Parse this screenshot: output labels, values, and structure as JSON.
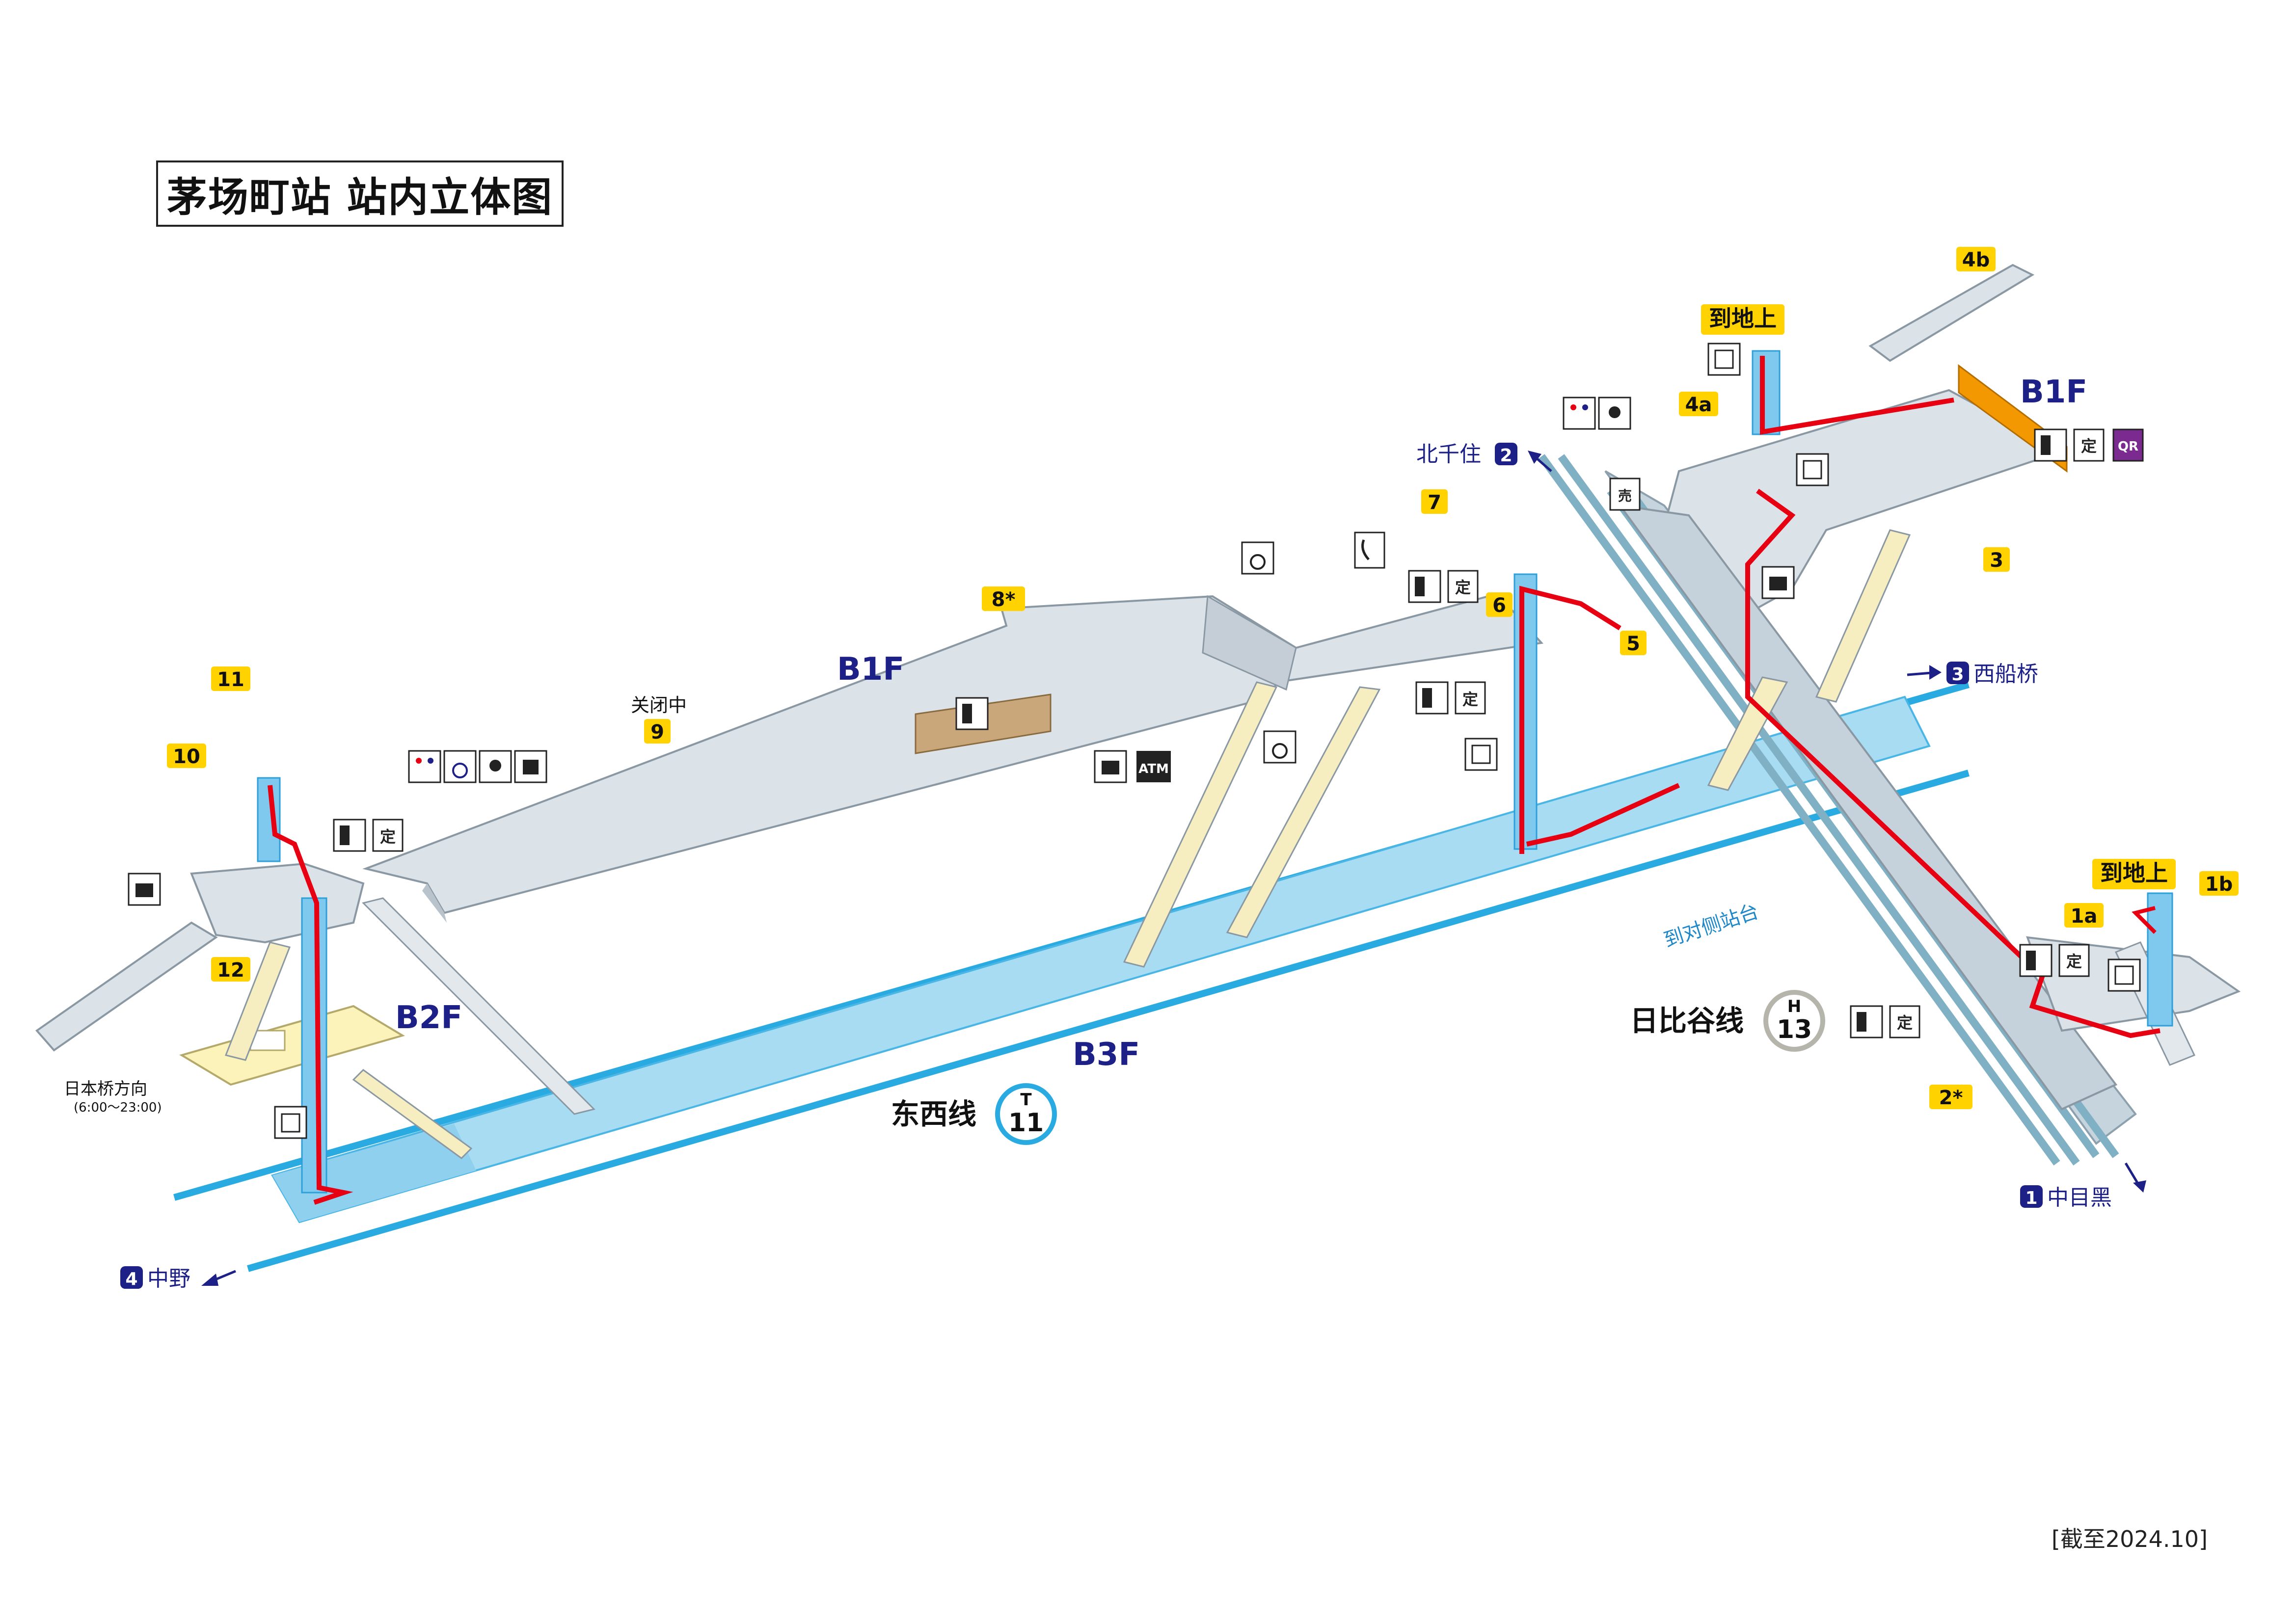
{
  "title": "茅场町站 站内立体图",
  "date_note": "[截至2024.10]",
  "floors": {
    "b1f_left": "B1F",
    "b1f_right": "B1F",
    "b2f": "B2F",
    "b3f": "B3F"
  },
  "lines": {
    "tozai": {
      "name": "东西线",
      "badge_letter": "T",
      "badge_number": "11",
      "color": "#1aa3dd"
    },
    "hibiya": {
      "name": "日比谷线",
      "badge_letter": "H",
      "badge_number": "13",
      "color": "#b5b5ac"
    }
  },
  "directions": {
    "nakano": {
      "num": "4",
      "label": "中野"
    },
    "nishifunabashi": {
      "num": "3",
      "label": "西船桥"
    },
    "kitasenju": {
      "num": "2",
      "label": "北千住"
    },
    "nakameguro": {
      "num": "1",
      "label": "中目黑"
    }
  },
  "exits": [
    "1a",
    "1b",
    "2*",
    "3",
    "4a",
    "4b",
    "5",
    "6",
    "7",
    "8*",
    "9",
    "10",
    "11",
    "12"
  ],
  "labels": {
    "to_ground_1": "到地上",
    "to_ground_2": "到地上",
    "closed": "关闭中",
    "nihonbashi": "日本桥方向",
    "nihonbashi_hours": "(6:00～23:00)",
    "opposite_platform": "到对侧站台",
    "atm": "ATM",
    "fare_adjust": "定",
    "shop": "売",
    "qr": "QR"
  },
  "colors": {
    "concourse": "#dbe2e8",
    "platform": "#a8dcf2",
    "track_tozai": "#29abe2",
    "exit_badge": "#ffd200",
    "route_red": "#e60012",
    "escalator_orange": "#f39800",
    "navy": "#1d2087"
  },
  "icons": [
    "elevator-icon",
    "restroom-icon",
    "wheelchair-icon",
    "baby-icon",
    "ostomate-icon",
    "coin-locker-icon",
    "atm-icon",
    "phone-icon",
    "ticket-machine-icon",
    "fare-adjustment-icon",
    "station-office-icon",
    "wheelchair-lift-icon",
    "shop-icon",
    "qr-ticket-icon"
  ]
}
